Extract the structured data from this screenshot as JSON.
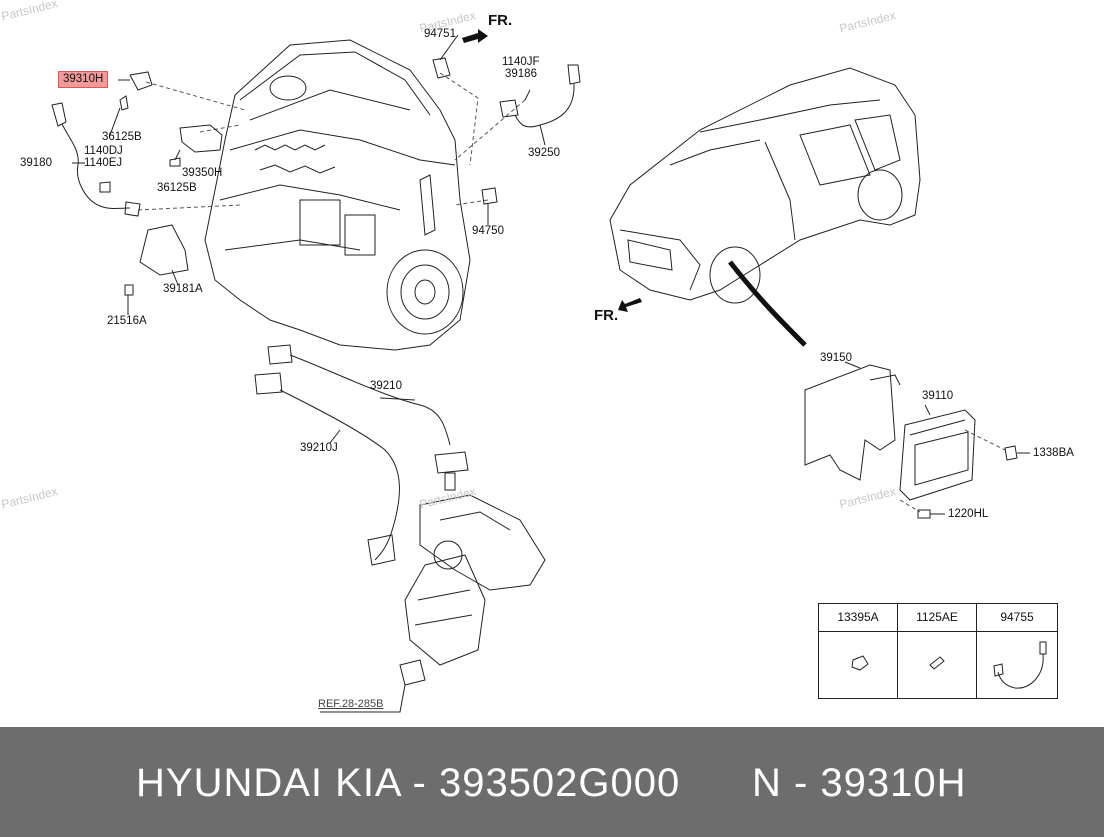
{
  "watermark": "PartsIndex",
  "direction_label": "FR.",
  "highlight_color": "#f29a9a",
  "callouts": {
    "p39310H": "39310H",
    "p36125B_a": "36125B",
    "p39180": "39180",
    "p1140DJ": "1140DJ",
    "p1140EJ": "1140EJ",
    "p39350H": "39350H",
    "p36125B_b": "36125B",
    "p39181A": "39181A",
    "p21516A": "21516A",
    "p94751": "94751",
    "p1140JF": "1140JF",
    "p39186": "39186",
    "p39250": "39250",
    "p94750": "94750",
    "p39210": "39210",
    "p39210J": "39210J",
    "p39150": "39150",
    "p39110": "39110",
    "p1338BA": "1338BA",
    "p1220HL": "1220HL"
  },
  "reference": "REF.28-285B",
  "legend": {
    "headers": [
      "13395A",
      "1125AE",
      "94755"
    ]
  },
  "footer": {
    "brand": "HYUNDAI  KIA - 393502G000",
    "code": "N - 39310H"
  }
}
